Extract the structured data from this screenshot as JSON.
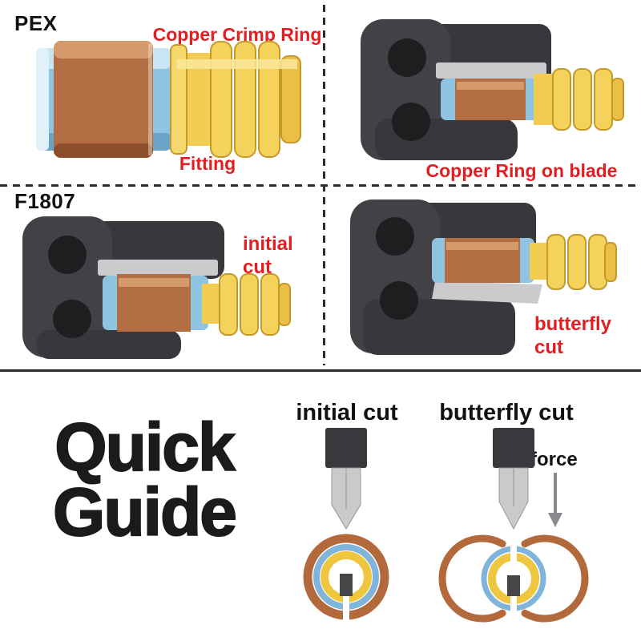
{
  "colors": {
    "label_red": "#E31E23",
    "copper": "#B26E42",
    "pex_blue": "#8FC3E2",
    "brass_yellow": "#F2CC52",
    "tool_dark": "#38383C",
    "blade_gray": "#CBCBCD"
  },
  "top_left": {
    "standard_label": "PEX",
    "ring_label": "Copper Crimp Ring",
    "fitting_label": "Fitting"
  },
  "top_right": {
    "caption": "Copper Ring on blade"
  },
  "mid_left": {
    "standard_label": "F1807",
    "cut_label_line1": "initial",
    "cut_label_line2": "cut"
  },
  "mid_right": {
    "cut_label_line1": "butterfly",
    "cut_label_line2": "cut"
  },
  "quick_guide": {
    "title_line1": "Quick",
    "title_line2": "Guide",
    "initial_cut_label": "initial cut",
    "butterfly_cut_label": "butterfly cut",
    "force_label": "force"
  }
}
